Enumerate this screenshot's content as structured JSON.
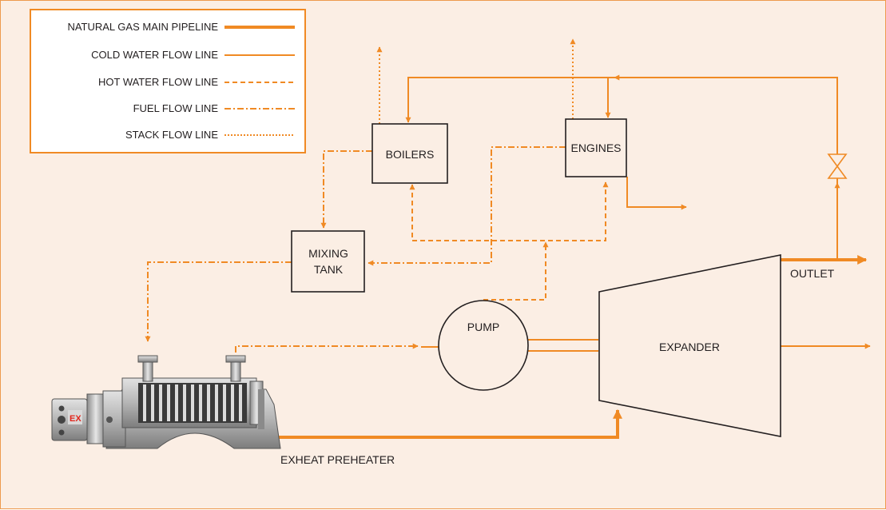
{
  "colors": {
    "accent": "#f08a24",
    "background": "#fbeee4",
    "box_stroke": "#231f20",
    "legend_border": "#f08a24",
    "machine_gray": "#9c9c9c"
  },
  "legend": {
    "items": [
      {
        "label": "NATURAL GAS MAIN PIPELINE",
        "style": "thick-solid"
      },
      {
        "label": "COLD WATER FLOW LINE",
        "style": "solid"
      },
      {
        "label": "HOT WATER FLOW LINE",
        "style": "dashed"
      },
      {
        "label": "FUEL FLOW LINE",
        "style": "dash-dot"
      },
      {
        "label": "STACK FLOW LINE",
        "style": "dotted"
      }
    ]
  },
  "nodes": {
    "boilers": "BOILERS",
    "engines": "ENGINES",
    "mixing_tank_line1": "MIXING",
    "mixing_tank_line2": "TANK",
    "pump": "PUMP",
    "expander": "EXPANDER",
    "outlet": "OUTLET",
    "preheater": "EXHEAT PREHEATER"
  },
  "logo": {
    "icon": "exheat-logo",
    "text": "EX"
  },
  "icons": {
    "valve": "valve-icon",
    "preheater": "heat-exchanger-icon"
  }
}
